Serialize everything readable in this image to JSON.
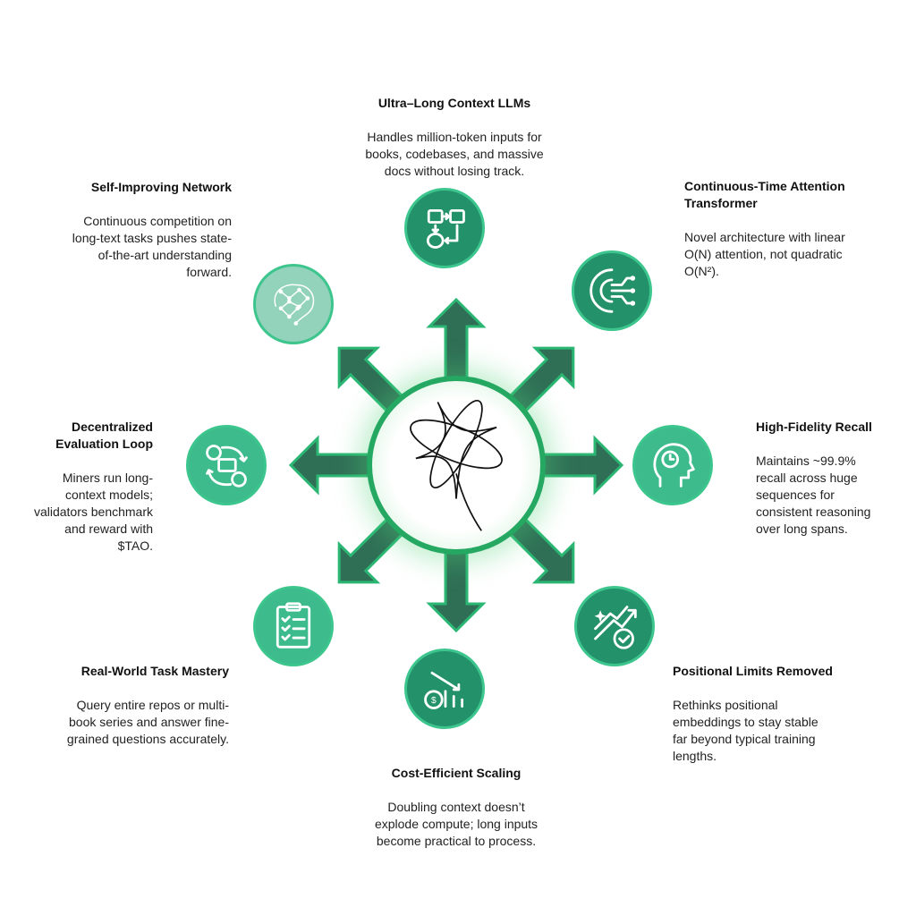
{
  "colors": {
    "arrow_fill": "#2f6f56",
    "arrow_stroke": "#2bb673",
    "icon_fill": "#23916a",
    "icon_light": "#3dbb8c",
    "brain_fill": "#93d3bb"
  },
  "nodes": [
    {
      "id": "ultra-long-context",
      "title": [
        "Ultra–Long Context LLMs"
      ],
      "desc": [
        "Handles million-token inputs for",
        "books, codebases, and massive",
        "docs without losing track."
      ],
      "icon": "workflow-icon"
    },
    {
      "id": "continuous-time-attention",
      "title": [
        "Continuous-Time Attention",
        "Transformer"
      ],
      "desc": [
        "Novel architecture with linear",
        "O(N) attention, not quadratic",
        "O(N²)."
      ],
      "icon": "gear-circuit-icon"
    },
    {
      "id": "high-fidelity-recall",
      "title": [
        "High-Fidelity Recall"
      ],
      "desc": [
        "Maintains ~99.9%",
        "recall across huge",
        "sequences for",
        "consistent reasoning",
        "over long spans."
      ],
      "icon": "head-clock-icon"
    },
    {
      "id": "positional-limits",
      "title": [
        "Positional Limits Removed"
      ],
      "desc": [
        "Rethinks positional",
        "embeddings to stay stable",
        "far beyond typical training",
        "lengths."
      ],
      "icon": "growth-check-icon"
    },
    {
      "id": "cost-efficient",
      "title": [
        "Cost-Efficient Scaling"
      ],
      "desc": [
        "Doubling context doesn’t",
        "explode compute; long inputs",
        "become practical to process."
      ],
      "icon": "cost-chart-icon"
    },
    {
      "id": "real-world-task",
      "title": [
        "Real-World Task Mastery"
      ],
      "desc": [
        "Query entire repos or multi-",
        "book series and answer fine-",
        "grained questions accurately."
      ],
      "icon": "clipboard-checklist-icon"
    },
    {
      "id": "decentralized-eval",
      "title": [
        "Decentralized",
        "Evaluation Loop"
      ],
      "desc": [
        "Miners run long-",
        "context models;",
        "validators benchmark",
        "and reward with",
        "$TAO."
      ],
      "icon": "feedback-loop-icon"
    },
    {
      "id": "self-improving",
      "title": [
        "Self-Improving Network"
      ],
      "desc": [
        "Continuous competition on",
        "long-text tasks pushes state-",
        "of-the-art understanding",
        "forward."
      ],
      "icon": "neural-brain-icon"
    }
  ]
}
